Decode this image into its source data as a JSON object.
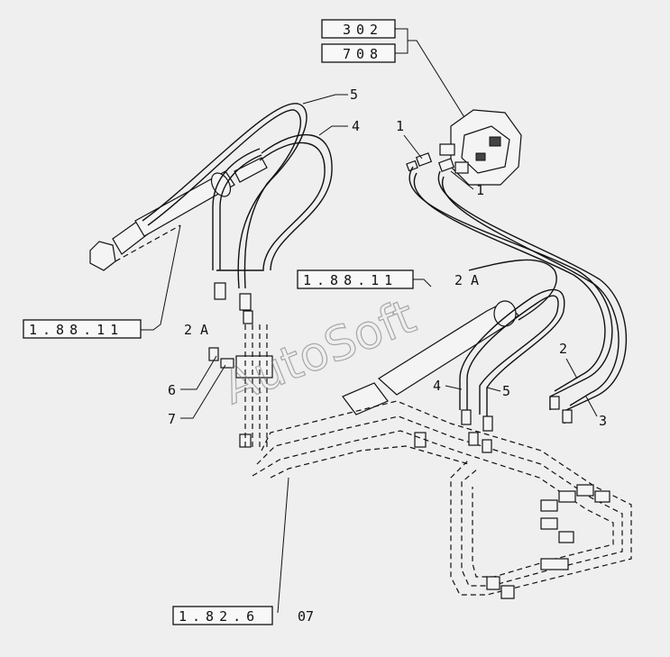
{
  "references": {
    "ref_302": "302",
    "ref_708": "708",
    "ref_top_group": "1.88.11",
    "ref_top_suffix": "2 A",
    "ref_left_group": "1.88.11",
    "ref_left_suffix": "2 A",
    "ref_bottom_group": "1.82.6",
    "ref_bottom_suffix": "07"
  },
  "callouts": {
    "c1_upper": "1",
    "c1_lower": "1",
    "c2": "2",
    "c3": "3",
    "c4_top": "4",
    "c5_top": "5",
    "c4_mid": "4",
    "c5_mid": "5",
    "c6": "6",
    "c7": "7"
  },
  "watermark": "AutoSoft"
}
